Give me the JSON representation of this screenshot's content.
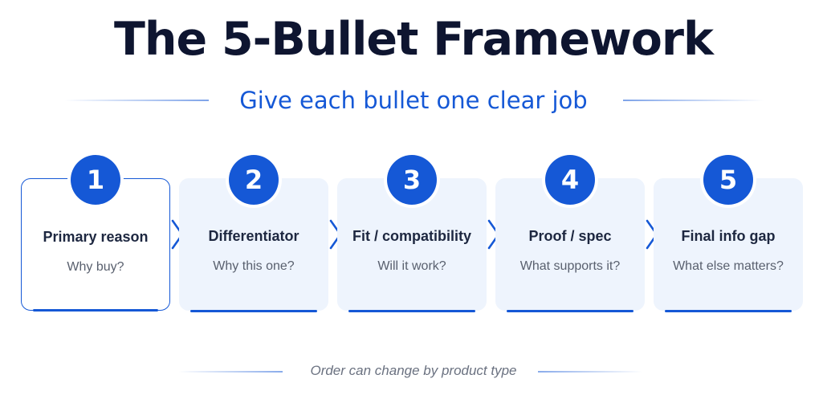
{
  "title": "The 5-Bullet Framework",
  "subtitle": "Give each bullet one clear job",
  "steps": [
    {
      "number": "1",
      "label": "Primary reason",
      "question": "Why buy?"
    },
    {
      "number": "2",
      "label": "Differentiator",
      "question": "Why this one?"
    },
    {
      "number": "3",
      "label": "Fit / compatibility",
      "question": "Will it work?"
    },
    {
      "number": "4",
      "label": "Proof / spec",
      "question": "What supports it?"
    },
    {
      "number": "5",
      "label": "Final info gap",
      "question": "What else matters?"
    }
  ],
  "footer": "Order can change by product type",
  "icons": {
    "step_arrow": "chevron-right-icon"
  },
  "colors": {
    "accent": "#1558d6",
    "title": "#0e1530",
    "card_bg": "#eef4fd",
    "active_card_bg": "#ffffff",
    "label": "#1d2740",
    "question": "#59606e",
    "footer": "#6a7180"
  }
}
